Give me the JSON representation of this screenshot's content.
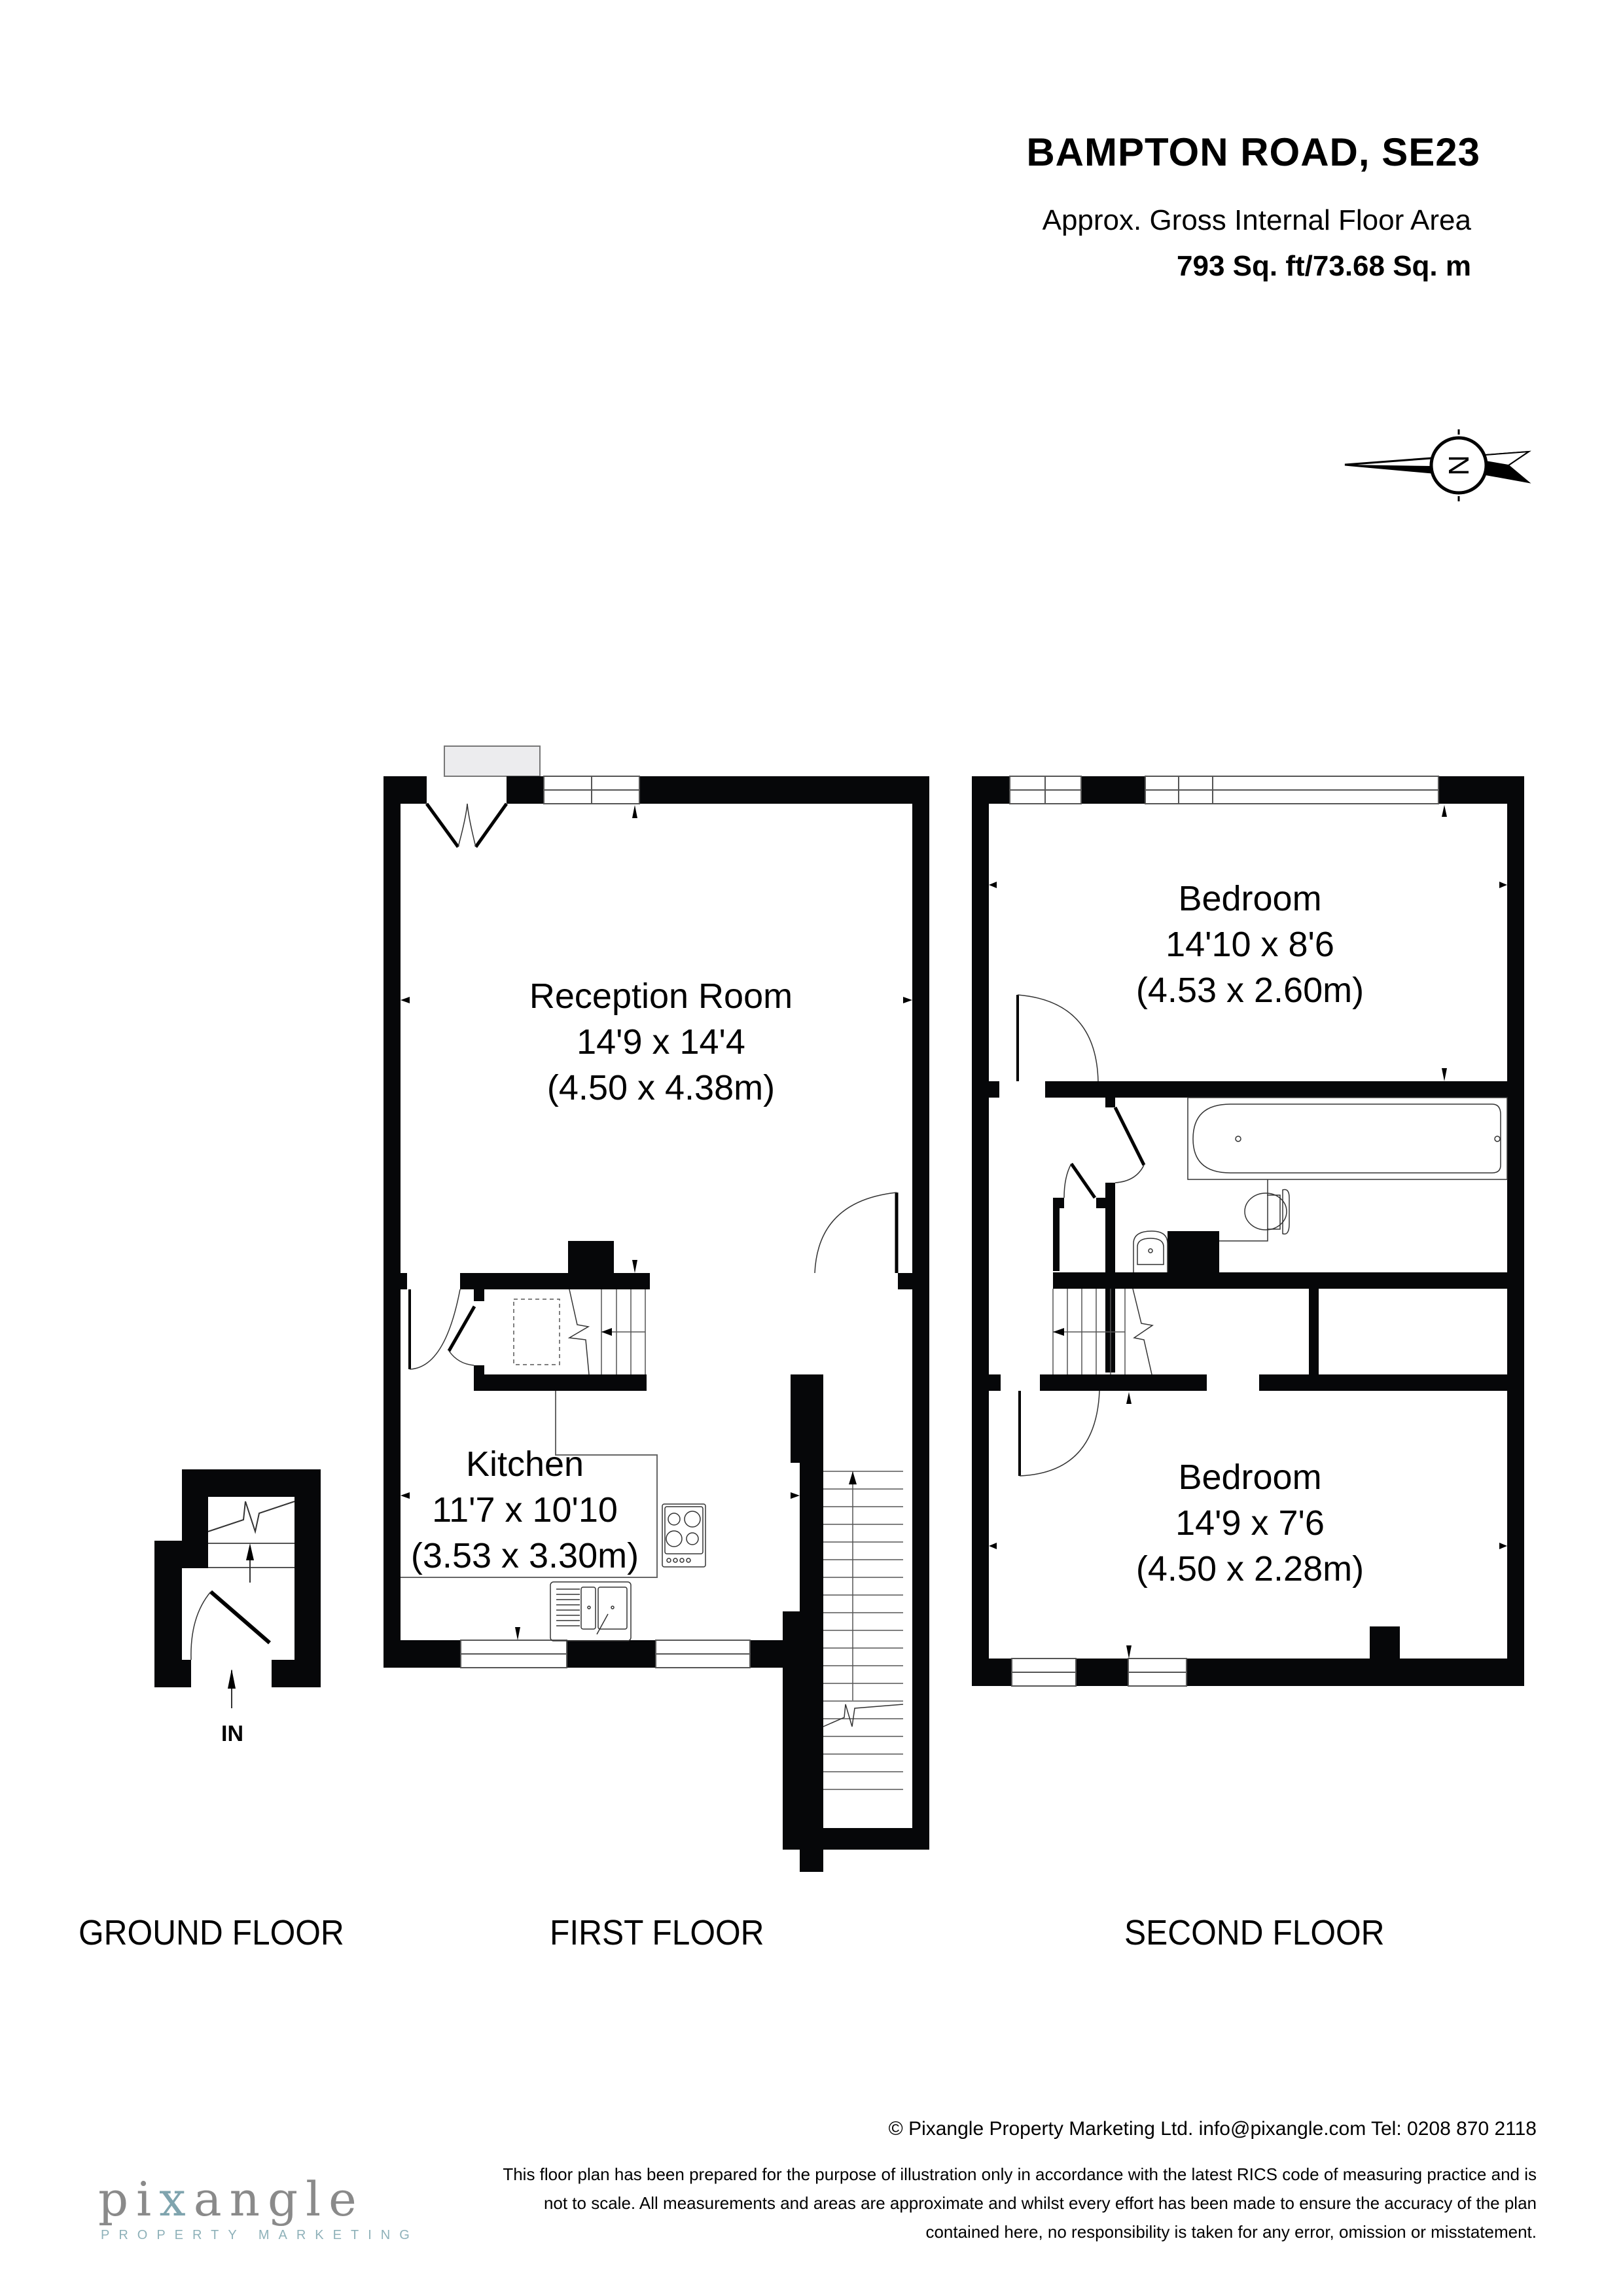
{
  "header": {
    "title": "BAMPTON ROAD, SE23",
    "area_caption": "Approx. Gross Internal Floor Area",
    "area_value": "793 Sq. ft/73.68 Sq. m"
  },
  "compass": {
    "icon": "north-arrow-icon",
    "letter": "N",
    "pointing": "left"
  },
  "floors": [
    {
      "id": "ground",
      "label": "GROUND FLOOR",
      "entrance_label": "IN",
      "rooms": []
    },
    {
      "id": "first",
      "label": "FIRST FLOOR",
      "rooms": [
        {
          "name": "Reception Room",
          "imperial": "14'9 x 14'4",
          "metric": "(4.50 x 4.38m)"
        },
        {
          "name": "Kitchen",
          "imperial": "11'7 x 10'10",
          "metric": "(3.53 x 3.30m)"
        }
      ]
    },
    {
      "id": "second",
      "label": "SECOND FLOOR",
      "rooms": [
        {
          "name": "Bedroom",
          "imperial": "14'10 x 8'6",
          "metric": "(4.53 x 2.60m)"
        },
        {
          "name": "Bedroom",
          "imperial": "14'9 x 7'6",
          "metric": "(4.50 x 2.28m)"
        }
      ]
    }
  ],
  "footer": {
    "copyright": "© Pixangle Property Marketing Ltd. info@pixangle.com Tel: 0208 870 2118",
    "disclaimer_lines": [
      "This floor plan has been prepared for the purpose of illustration only in accordance with the latest RICS code of measuring practice and is",
      "not to scale. All measurements and areas are approximate and whilst every effort has been made to ensure the accuracy of the plan",
      "contained here, no responsibility is taken for any error, omission or misstatement."
    ],
    "logo": {
      "word_pre": "pi",
      "word_x": "x",
      "word_post": "angle",
      "tagline": "PROPERTY MARKETING"
    }
  },
  "colors": {
    "wall": "#060709",
    "line": "#333333",
    "logo_grey": "#8a8a8a",
    "logo_teal": "#7fa4ae",
    "balcony_fill": "#ececee"
  }
}
